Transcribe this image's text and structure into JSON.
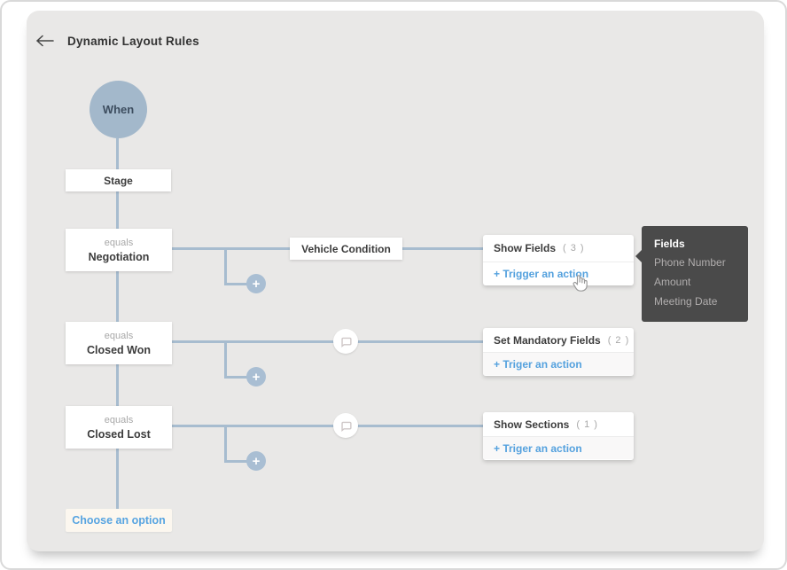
{
  "header": {
    "title": "Dynamic Layout Rules"
  },
  "flow": {
    "when_label": "When",
    "field_label": "Stage",
    "rows": [
      {
        "operator": "equals",
        "value": "Negotiation",
        "condition_label": "Vehicle Condition",
        "action_title": "Show Fields",
        "action_count": "( 3 )",
        "action_link": "+ Trigger an action"
      },
      {
        "operator": "equals",
        "value": "Closed Won",
        "action_title": "Set Mandatory Fields",
        "action_count": "( 2 )",
        "action_link": "+ Triger an action"
      },
      {
        "operator": "equals",
        "value": "Closed Lost",
        "action_title": "Show Sections",
        "action_count": "( 1 )",
        "action_link": "+ Triger an action"
      }
    ],
    "choose_option_label": "Choose an option"
  },
  "tooltip": {
    "title": "Fields",
    "items": [
      "Phone Number",
      "Amount",
      "Meeting Date"
    ]
  },
  "icons": [
    "back-arrow-icon",
    "plus-icon",
    "comment-icon",
    "hand-pointer-icon"
  ],
  "colors": {
    "canvas_bg": "#e9e8e7",
    "node_fill": "#a3b8cb",
    "connector": "#a7bccf",
    "plus_fill": "#a9bed3",
    "link_blue": "#54a1de",
    "tooltip_bg": "#4a4a4a",
    "tooltip_item": "#b0adad",
    "text_dark": "#3c3c3c",
    "text_muted": "#a8a8a8",
    "choose_bg": "#fcf7ef"
  }
}
